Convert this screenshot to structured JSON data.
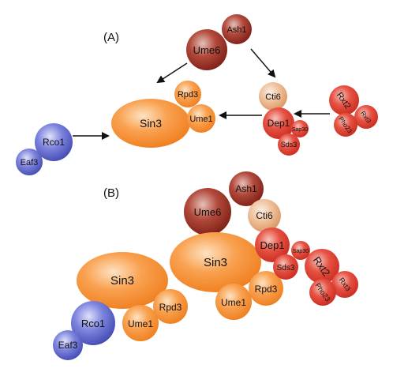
{
  "panels": {
    "a": "(A)",
    "b": "(B)"
  },
  "nodes": {
    "a_sin3": "Sin3",
    "a_rpd3": "Rpd3",
    "a_ume1": "Ume1",
    "a_ume6": "Ume6",
    "a_ash1": "Ash1",
    "a_cti6": "Cti6",
    "a_dep1": "Dep1",
    "a_sap30": "Sap30",
    "a_sds3": "Sds3",
    "a_rxt2": "Rxt2",
    "a_rxt3": "Rxt3",
    "a_pho23": "Pho23",
    "a_rco1": "Rco1",
    "a_eaf3": "Eaf3",
    "b_sin3_left": "Sin3",
    "b_rpd3_left": "Rpd3",
    "b_ume1_left": "Ume1",
    "b_rco1": "Rco1",
    "b_eaf3": "Eaf3",
    "b_sin3_right": "Sin3",
    "b_rpd3_right": "Rpd3",
    "b_ume1_right": "Ume1",
    "b_ume6": "Ume6",
    "b_ash1": "Ash1",
    "b_cti6": "Cti6",
    "b_dep1": "Dep1",
    "b_sap30": "Sap30",
    "b_sds3": "Sds3",
    "b_rxt2": "Rxt2",
    "b_rxt3": "Rxt3",
    "b_pho23": "Pho23"
  },
  "colors": {
    "orange": "#f7892a",
    "dark_red": "#8f2418",
    "red": "#e03a2c",
    "peach": "#e3a577",
    "blue": "#5b63c4"
  }
}
